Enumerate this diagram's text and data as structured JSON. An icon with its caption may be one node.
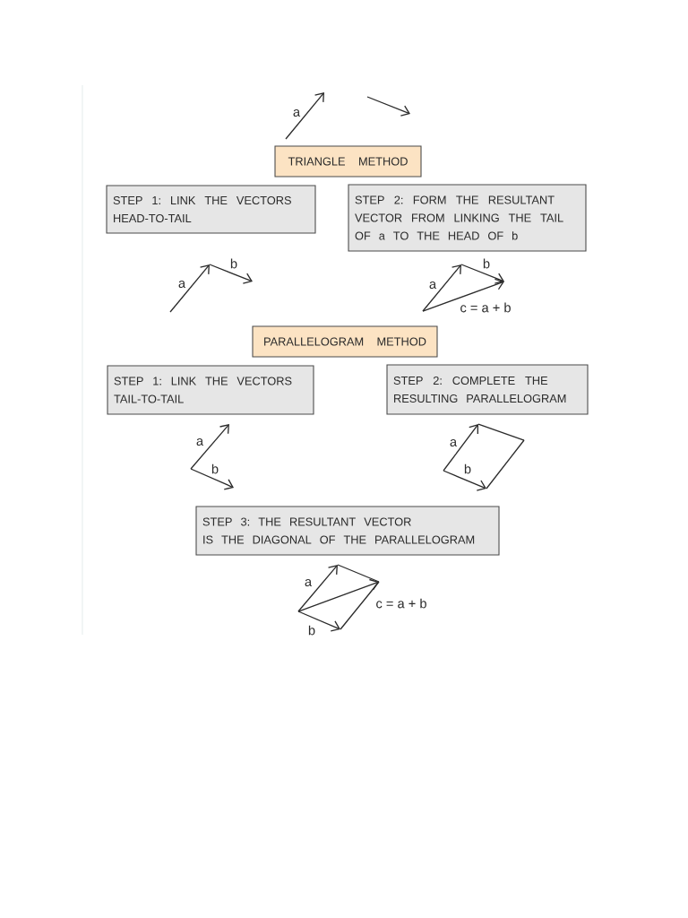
{
  "diagram": {
    "nodes": [
      {
        "text": [
          "TRIANGLE METHOD"
        ]
      },
      {
        "text": [
          "STEP 1: LINK THE VECTORS HEAD-TO-TAIL"
        ]
      },
      {
        "text": [
          "STEP 2: FORM THE RESULTANT VECTOR FROM LINKING THE TAIL OF a TO THE HEAD OF b"
        ]
      },
      {
        "text": [
          "PARALLELOGRAM METHOD"
        ]
      },
      {
        "text": [
          "STEP 1: LINK THE VECTORS TAIL-TO-TAIL"
        ]
      },
      {
        "text": [
          "STEP 2: COMPLETE THE RESULTING PARALLELOGRAM"
        ]
      },
      {
        "text": [
          "STEP 3: THE RESULTANT VECTOR IS THE DIAGONAL OF THE PARALLELOGRAM"
        ]
      }
    ],
    "labels": [
      "a",
      "a",
      "b",
      "a",
      "b",
      "c = a + b",
      "a",
      "b",
      "a",
      "b",
      "a",
      "c = a + b",
      "b"
    ]
  }
}
